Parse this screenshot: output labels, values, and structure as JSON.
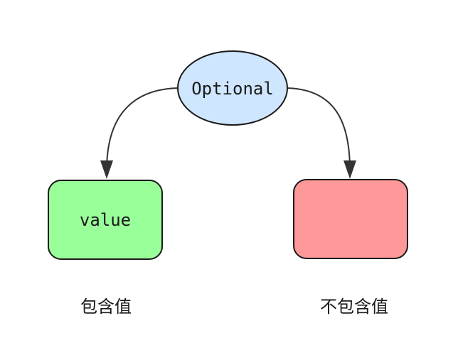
{
  "nodes": {
    "root": {
      "label": "Optional",
      "fill": "#cfe6ff",
      "stroke": "#1a1a1a"
    },
    "left": {
      "label": "value",
      "fill": "#99ff99",
      "stroke": "#1a1a1a"
    },
    "right": {
      "label": "",
      "fill": "#ff9999",
      "stroke": "#1a1a1a"
    }
  },
  "captions": {
    "left": "包含值",
    "right": "不包含值"
  },
  "edges": [
    {
      "from": "root",
      "to": "left"
    },
    {
      "from": "root",
      "to": "right"
    }
  ],
  "colors": {
    "edge": "#333333",
    "background": "#ffffff"
  }
}
